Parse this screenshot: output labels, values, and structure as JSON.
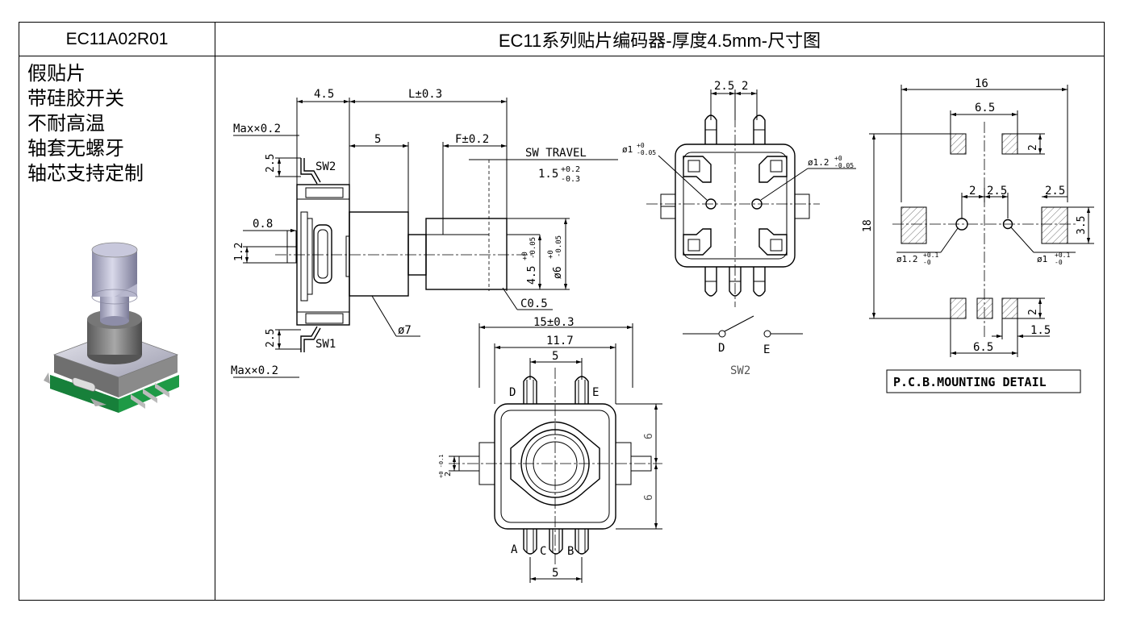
{
  "header": {
    "model": "EC11A02R01",
    "title": "EC11系列贴片编码器-厚度4.5mm-尺寸图"
  },
  "notes": [
    "假贴片",
    "带硅胶开关",
    "不耐高温",
    "轴套无螺牙",
    "轴芯支持定制"
  ],
  "side_view": {
    "dim_4_5": "4.5",
    "dim_L": "L±0.3",
    "dim_5": "5",
    "dim_F": "F±0.2",
    "sw_travel_label": "SW TRAVEL",
    "sw_travel_value": "1.5",
    "sw_travel_tol_up": "+0.2",
    "sw_travel_tol_dn": "-0.3",
    "max_top": "Max×0.2",
    "max_bottom": "Max×0.2",
    "sw2": "SW2",
    "sw1": "SW1",
    "dim_2_5_top": "2.5",
    "dim_2_5_bottom": "2.5",
    "dim_0_8": "0.8",
    "dim_1_2": "1.2",
    "dim_4_5_shaft": "4.5",
    "dim_4_5_shaft_tol_up": "+0",
    "dim_4_5_shaft_tol_dn": "-0.05",
    "dim_6_shaft": "ø6",
    "dim_6_shaft_tol_up": "+0",
    "dim_6_shaft_tol_dn": "-0.05",
    "chamfer": "C0.5",
    "dia_7": "ø7"
  },
  "top_view": {
    "dim_2_5": "2.5",
    "dim_2": "2",
    "hole_left": "ø1",
    "hole_left_tol_up": "+0",
    "hole_left_tol_dn": "-0.05",
    "hole_right": "ø1.2",
    "hole_right_tol_up": "+0",
    "hole_right_tol_dn": "-0.05"
  },
  "switch": {
    "d": "D",
    "e": "E",
    "label": "SW2"
  },
  "front_view": {
    "dim_15": "15±0.3",
    "dim_11_7": "11.7",
    "dim_5_top": "5",
    "dim_5_bottom": "5",
    "dim_6_upper": "6",
    "dim_6_lower": "6",
    "dim_2": "2",
    "dim_2_tol": "+0 -0.1",
    "pin_d": "D",
    "pin_e": "E",
    "pin_a": "A",
    "pin_c": "C",
    "pin_b": "B"
  },
  "pcb": {
    "dim_16": "16",
    "dim_6_5_top": "6.5",
    "dim_2_top": "2",
    "dim_2_mid": "2",
    "dim_2_5_mid": "2.5",
    "dim_2_5_right": "2.5",
    "dim_3_5": "3.5",
    "dim_18": "18",
    "hole_left": "ø1.2",
    "hole_left_tol_up": "+0.1",
    "hole_left_tol_dn": "-0",
    "hole_right": "ø1",
    "hole_right_tol_up": "+0.1",
    "hole_right_tol_dn": "-0",
    "dim_2_bottom": "2",
    "dim_1_5": "1.5",
    "dim_6_5_bottom": "6.5",
    "label": "P.C.B.MOUNTING DETAIL"
  }
}
